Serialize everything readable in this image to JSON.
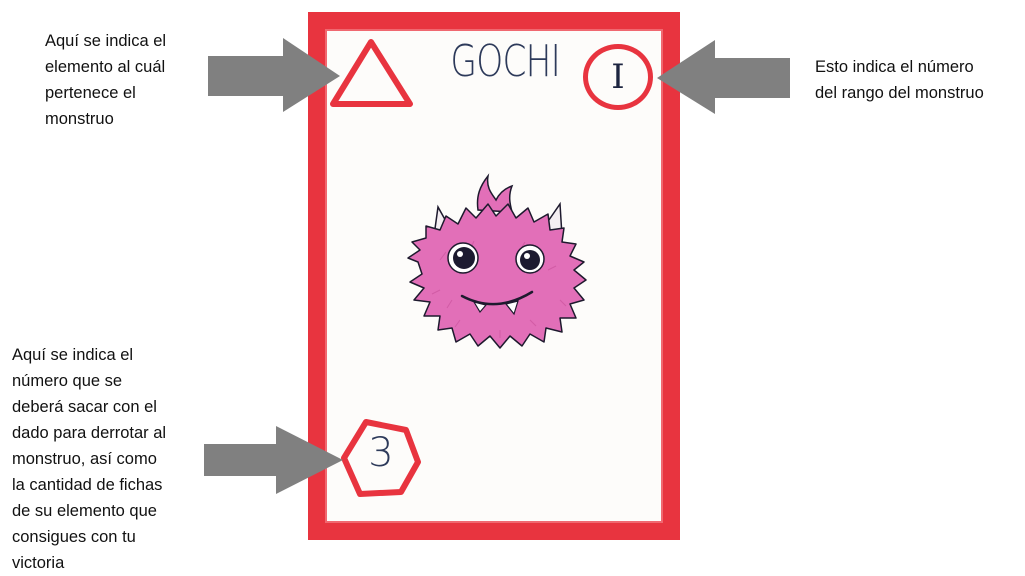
{
  "annotations": {
    "element": "Aquí se indica el\nelemento al cuál\npertenece el\nmonstruo",
    "rank": "Esto indica el número\ndel rango del monstruo",
    "dice": "Aquí se indica el\nnúmero que se\ndeberá sacar con el\ndado para derrotar al\nmonstruo, así como\nla cantidad de fichas\nde su elemento que\nconsigues con tu\nvictoria"
  },
  "card": {
    "name": "GOCHI",
    "rank": "I",
    "dice_number": "3"
  },
  "colors": {
    "card_border": "#e8343f",
    "arrow": "#808080",
    "monster_fur": "#e26fb8"
  },
  "icons": [
    "triangle-element-icon",
    "monster-illustration",
    "hexagon-icon",
    "arrow-icon"
  ]
}
